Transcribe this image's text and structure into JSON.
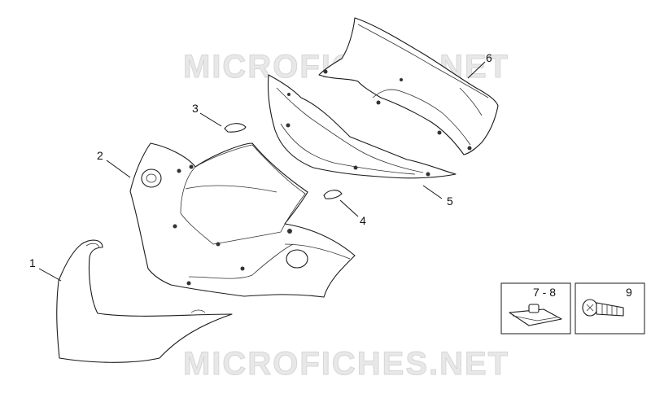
{
  "watermark": "MICROFICHES.NET",
  "callouts": {
    "c1": "1",
    "c2": "2",
    "c3": "3",
    "c4": "4",
    "c5": "5",
    "c6": "6",
    "c78": "7 - 8",
    "c9": "9"
  },
  "colors": {
    "line": "#1a1a1a",
    "watermark": "#e8e8e8",
    "background": "#ffffff"
  }
}
